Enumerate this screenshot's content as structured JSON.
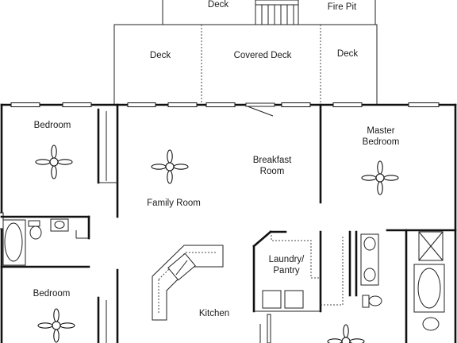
{
  "labels": {
    "deck_top": "Deck",
    "fire_pit": "Fire Pit",
    "deck_left": "Deck",
    "covered_deck": "Covered Deck",
    "deck_right": "Deck",
    "bedroom_1": "Bedroom",
    "breakfast_room_line1": "Breakfast",
    "breakfast_room_line2": "Room",
    "master_bedroom_line1": "Master",
    "master_bedroom_line2": "Bedroom",
    "family_room": "Family Room",
    "laundry_pantry_line1": "Laundry/",
    "laundry_pantry_line2": "Pantry",
    "bedroom_2": "Bedroom",
    "kitchen": "Kitchen"
  }
}
